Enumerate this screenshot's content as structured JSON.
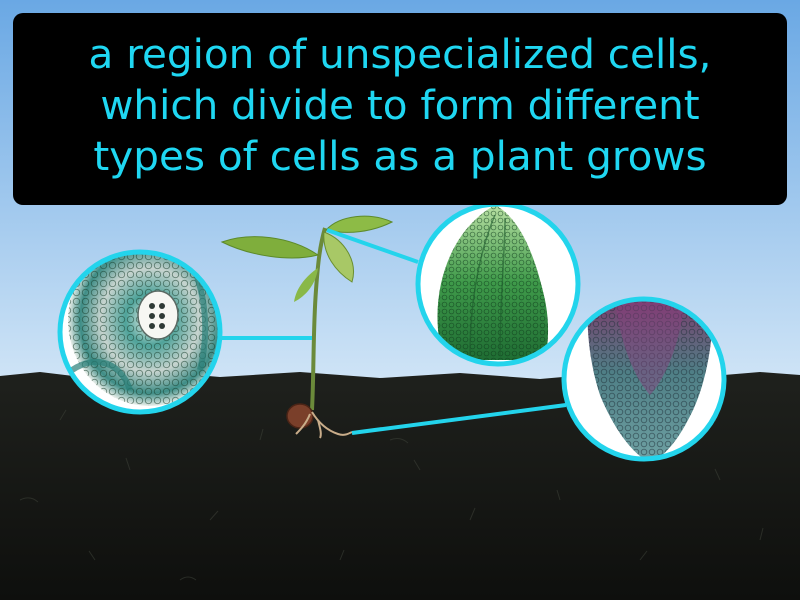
{
  "caption": {
    "lines": [
      "a region of unspecialized cells,",
      "which divide to form different",
      "types of cells as a plant grows"
    ]
  },
  "colors": {
    "caption_text": "#1fd7f2",
    "caption_background": "#000000",
    "callout_ring": "#23d4ec",
    "sky_top": "#6aa8e4",
    "sky_horizon": "#c9e2f6",
    "soil": "#151714"
  },
  "illustration": {
    "subject": "seedling growing from soil",
    "callouts": [
      "stem-cross-section-micrograph",
      "shoot-apical-meristem-micrograph",
      "root-apical-meristem-micrograph"
    ]
  }
}
